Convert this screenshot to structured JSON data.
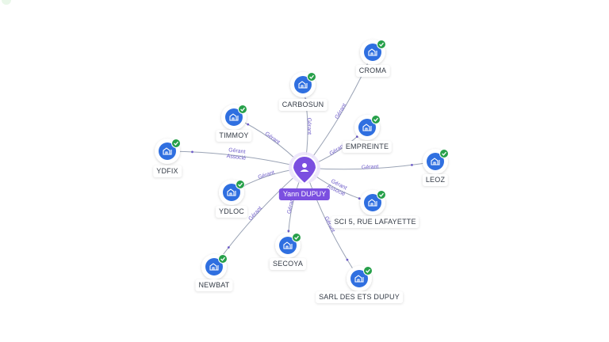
{
  "center": {
    "name": "Yann DUPUY",
    "icon": "person-icon"
  },
  "colors": {
    "center": "#7b4fe0",
    "company": "#2f6fe0",
    "check": "#27a04a",
    "edge": "#9aa3b5",
    "edge_label": "#6e5cc9"
  },
  "companies": [
    {
      "name": "CROMA",
      "roles": [
        "Gérant"
      ]
    },
    {
      "name": "CARBOSUN",
      "roles": [
        "Gérant"
      ]
    },
    {
      "name": "TIMMOY",
      "roles": [
        "Gérant"
      ]
    },
    {
      "name": "EMPREINTE",
      "roles": [
        "Gérant"
      ]
    },
    {
      "name": "YDFIX",
      "roles": [
        "Gérant",
        "Associé"
      ]
    },
    {
      "name": "LEOZ",
      "roles": [
        "Gérant"
      ]
    },
    {
      "name": "YDLOC",
      "roles": [
        "Gérant"
      ]
    },
    {
      "name": "SCI 5, RUE LAFAYETTE",
      "roles": [
        "Gérant",
        "Associé"
      ]
    },
    {
      "name": "SECOYA",
      "roles": [
        "Gérant"
      ]
    },
    {
      "name": "NEWBAT",
      "roles": [
        "Gérant"
      ]
    },
    {
      "name": "SARL DES ETS DUPUY",
      "roles": [
        "Gérant"
      ]
    }
  ]
}
